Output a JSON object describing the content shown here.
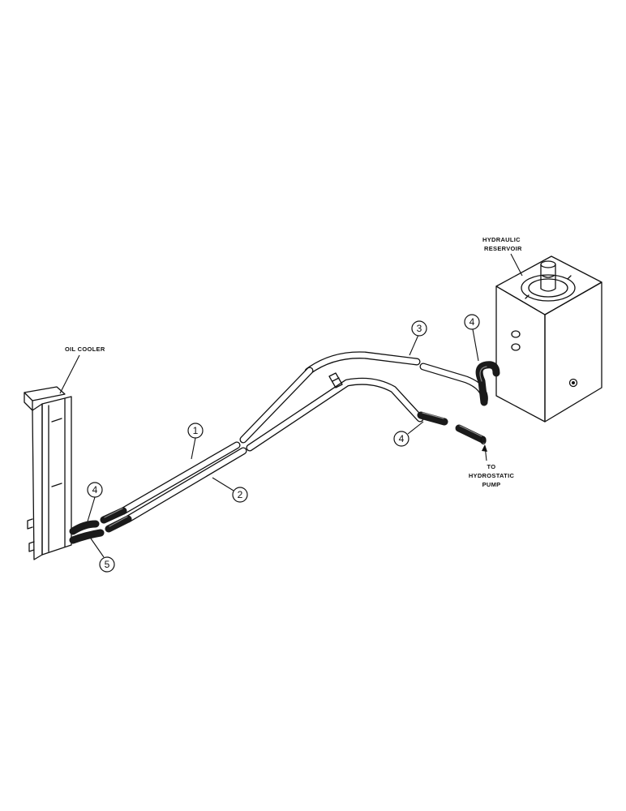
{
  "labels": {
    "oil_cooler": "OIL COOLER",
    "reservoir_line1": "HYDRAULIC",
    "reservoir_line2": "RESERVOIR",
    "pump_line1": "TO",
    "pump_line2": "HYDROSTATIC",
    "pump_line3": "PUMP"
  },
  "callouts": {
    "c1": "1",
    "c2": "2",
    "c3": "3",
    "c4_right_top": "4",
    "c4_right_low": "4",
    "c4_left": "4",
    "c5": "5"
  }
}
